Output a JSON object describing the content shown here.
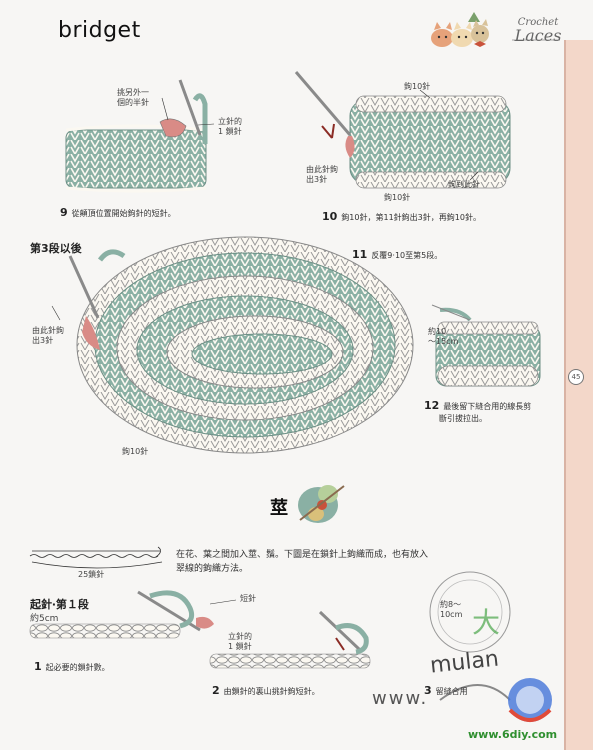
{
  "signature": "bridget",
  "brand": {
    "line1": "Crochet",
    "line2": "Laces"
  },
  "page_number": "45",
  "steps": {
    "s9": {
      "num": "9",
      "text": "從顛頂位置開始鉤針的短針。"
    },
    "s10": {
      "num": "10",
      "text": "鉤10針，第11針鉤出3針，再鉤10針。"
    },
    "s11": {
      "num": "11",
      "text": "反覆9‧10至第5段。"
    },
    "s12": {
      "num": "12",
      "line1": "最後留下縫合用的線長剪",
      "line2": "斷引拔拉出。"
    },
    "s1": {
      "num": "1",
      "text": "起必要的鎖針數。"
    },
    "s2": {
      "num": "2",
      "text": "由鎖針的裏山挑針鉤短針。"
    },
    "s3": {
      "num": "3",
      "text": "留縫合用"
    }
  },
  "labels": {
    "pick_other": [
      "挑另外一",
      "個的半針"
    ],
    "stand_up": [
      "立針的",
      "1 鎖針"
    ],
    "hook_out_3": [
      "由此針鉤",
      "出3針"
    ],
    "ch10_top": "鉤10針",
    "ch_to_here": "鉤到此針",
    "ch10_bottom": "鉤10針",
    "round3_after": "第3段以後",
    "hook_out_3_b": [
      "由此針鉤",
      "出3針"
    ],
    "ch10_big": "鉤10針",
    "approx_10": [
      "約10",
      "～15cm"
    ],
    "short_stitch": "短針",
    "stand_up_b": [
      "立針的",
      "1 鎖針"
    ],
    "chain_25": "25鎖針",
    "approx_5cm": "約5cm",
    "cm_10_15": [
      "約8～",
      "10cm"
    ]
  },
  "section": {
    "title": "莖",
    "intro": "在花、葉之間加入莖、鬚。下圖是在鎖針上鉤織而成，也有放入翠線的鉤織方法。"
  },
  "start_heading": "起針‧第１段",
  "watermarks": {
    "site": "www.6diy.com",
    "brand": "mulan",
    "www": "www."
  },
  "colors": {
    "green": "#8ab0a4",
    "green_dark": "#5f877c",
    "cream": "#fbf8f1",
    "outline": "#777777",
    "strip": "#f3d7c9",
    "marker": "#d98b86"
  }
}
